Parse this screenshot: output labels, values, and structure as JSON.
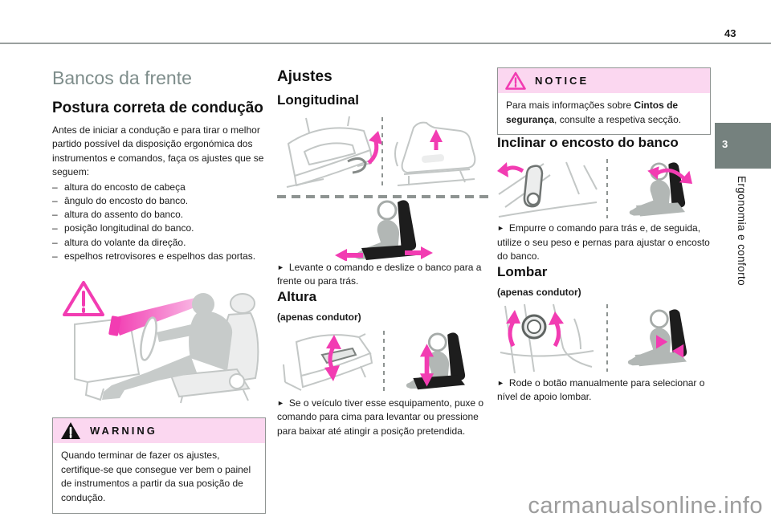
{
  "page": {
    "number": "43",
    "chapter_tab": "3",
    "chapter_title": "Ergonomia e conforto",
    "watermark": "carmanualsonline.info"
  },
  "markers": {
    "dash": "–",
    "arrow": "►"
  },
  "icons": {
    "warning_icon": "black-filled-warning-triangle",
    "notice_icon": "magenta-outline-warning-triangle",
    "caution_icon": "magenta-outline-warning-triangle"
  },
  "colors": {
    "accent_magenta": "#f23cb2",
    "alert_header_pink": "#fbd7f0",
    "chapter_tab_gray": "#75817e",
    "title_gray": "#7e8d8b",
    "line_art_gray": "#c3c7c6"
  },
  "left_column": {
    "title": "Bancos da frente",
    "section_heading": "Postura correta de condução",
    "intro": "Antes de iniciar a condução e para tirar o melhor partido possível da disposição ergonómica dos instrumentos e comandos, faça os ajustes que se seguem:",
    "bullets": [
      "altura do encosto de cabeça",
      "ângulo do encosto do banco.",
      "altura do assento do banco.",
      "posição longitudinal do banco.",
      "altura do volante da direção.",
      "espelhos retrovisores e espelhos das portas."
    ],
    "warning_box": {
      "title": "WARNING",
      "body": "Quando terminar de fazer os ajustes, certifique-se que consegue ver bem o painel de instrumentos a partir da sua posição de condução."
    }
  },
  "middle_column": {
    "heading": "Ajustes",
    "sections": [
      {
        "heading": "Longitudinal",
        "instruction": "Levante o comando e deslize o banco para a frente ou para trás."
      },
      {
        "heading": "Altura",
        "note": "(apenas condutor)",
        "instruction": "Se o veículo tiver esse esquipamento, puxe o comando para cima para levantar ou pressione para baixar até atingir a posição pretendida."
      }
    ]
  },
  "right_column": {
    "notice_box": {
      "title": "NOTICE",
      "body_prefix": "Para mais informações sobre ",
      "body_bold": "Cintos de segurança",
      "body_suffix": ", consulte a respetiva secção."
    },
    "sections": [
      {
        "heading": "Inclinar o encosto do banco",
        "instruction": "Empurre o comando para trás e, de seguida, utilize o seu peso e pernas para ajustar o encosto do banco."
      },
      {
        "heading": "Lombar",
        "note": "(apenas condutor)",
        "instruction": "Rode o botão manualmente para selecionar o nível de apoio lombar."
      }
    ]
  }
}
